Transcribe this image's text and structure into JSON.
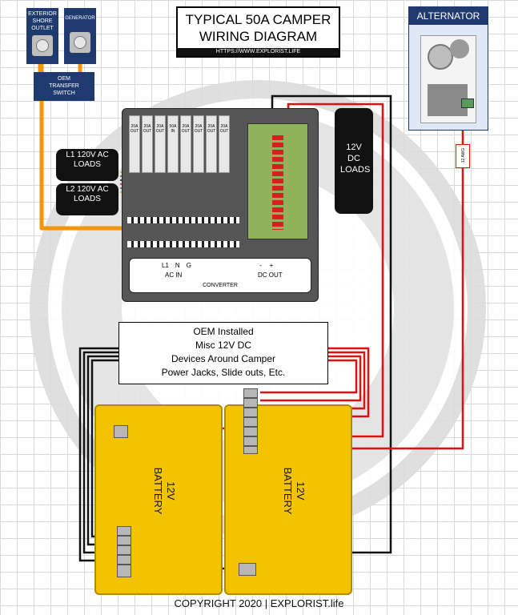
{
  "title": {
    "line1": "TYPICAL 50A CAMPER",
    "line2": "WIRING DIAGRAM",
    "url": "HTTPS://WWW.EXPLORIST.LIFE"
  },
  "sources": {
    "shore": "EXTERIOR SHORE OUTLET",
    "generator": "GENERATOR",
    "transfer": "OEM TRANSFER SWITCH"
  },
  "alternator": {
    "label": "ALTERNATOR",
    "wire_gauge": "12 AWG"
  },
  "ac_loads": {
    "l1": "L1 120V AC LOADS",
    "l2": "L2 120V AC LOADS"
  },
  "breakers": [
    "20A OUT",
    "20A OUT",
    "20A OUT",
    "50A IN",
    "20A OUT",
    "20A OUT",
    "20A OUT",
    "20A OUT"
  ],
  "dc_loads": "12V DC LOADS",
  "converter": {
    "label": "CONVERTER",
    "ac_terminals": [
      "L1",
      "N",
      "G"
    ],
    "ac_in": "AC IN",
    "dc_terminals": [
      "-",
      "+"
    ],
    "dc_out": "DC OUT"
  },
  "oem_note": [
    "OEM Installed",
    "Misc 12V DC",
    "Devices Around Camper",
    "Power Jacks, Slide outs, Etc."
  ],
  "batteries": [
    {
      "volt": "12V",
      "label": "BATTERY"
    },
    {
      "volt": "12V",
      "label": "BATTERY"
    }
  ],
  "copyright": "COPYRIGHT 2020 | EXPLORIST.life",
  "colors": {
    "positive": "#e01010",
    "negative": "#111111",
    "ac_feed": "#f5960a",
    "battery": "#f3c200",
    "navy": "#1f3a6e"
  }
}
